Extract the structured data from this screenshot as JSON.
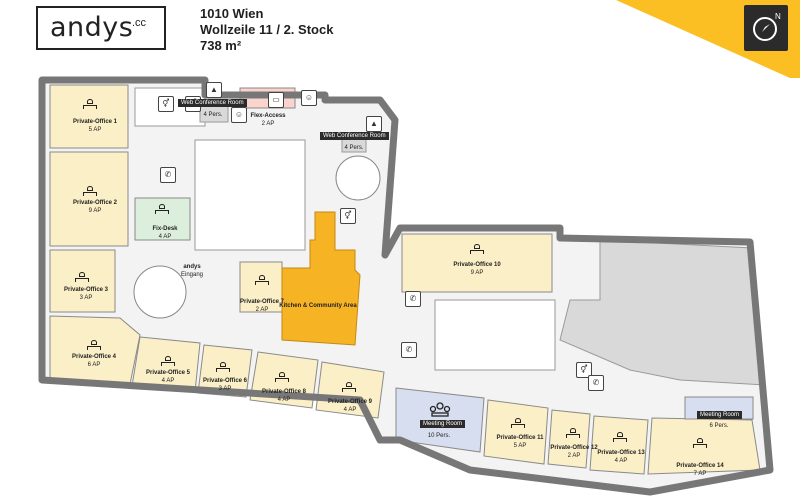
{
  "brand": {
    "logo": "andys",
    "logo_suffix": ".cc"
  },
  "address": {
    "line1": "1010 Wien",
    "line2": "Wollzeile 11 / 2. Stock",
    "line3": "738 m²"
  },
  "colors": {
    "accent_yellow": "#fbbf24",
    "office": "#fbefc7",
    "meeting": "#d7def0",
    "kitchen": "#f6b324",
    "fixdesk": "#dcefdc",
    "flex": "#f9d4cc"
  },
  "icons": {
    "compass": "compass-icon",
    "toilet": "toilet-icon",
    "phone": "phone-icon",
    "elevator": "elevator-icon"
  },
  "rooms": {
    "po1": {
      "name": "Private-Office 1",
      "cap": "5 AP"
    },
    "po2": {
      "name": "Private-Office 2",
      "cap": "9 AP"
    },
    "po3": {
      "name": "Private-Office 3",
      "cap": "3 AP"
    },
    "po4": {
      "name": "Private-Office 4",
      "cap": "6 AP"
    },
    "po5": {
      "name": "Private-Office 5",
      "cap": "4 AP"
    },
    "po6": {
      "name": "Private-Office 6",
      "cap": "3 AP"
    },
    "po7": {
      "name": "Private-Office 7",
      "cap": "2 AP"
    },
    "po8": {
      "name": "Private-Office 8",
      "cap": "4 AP"
    },
    "po9": {
      "name": "Private-Office 9",
      "cap": "4 AP"
    },
    "po10": {
      "name": "Private-Office 10",
      "cap": "9 AP"
    },
    "po11": {
      "name": "Private-Office 11",
      "cap": "5 AP"
    },
    "po12": {
      "name": "Private-Office 12",
      "cap": "2 AP"
    },
    "po13": {
      "name": "Private-Office 13",
      "cap": "4 AP"
    },
    "po14": {
      "name": "Private-Office 14",
      "cap": "7 AP"
    },
    "meet1": {
      "name": "Meeting Room",
      "cap": "10 Pers."
    },
    "meet2": {
      "name": "Meeting Room",
      "cap": "6 Pers."
    },
    "web1": {
      "name": "Web Conference Room",
      "cap": "4 Pers."
    },
    "web2": {
      "name": "Web Conference Room",
      "cap": "4 Pers."
    },
    "flex": {
      "name": "Flex-Access",
      "cap": "2 AP"
    },
    "fix": {
      "name": "Fix-Desk",
      "cap": "4 AP"
    },
    "kitchen": {
      "name": "Kitchen & Community Area"
    },
    "entrance": {
      "brand": "andys",
      "label": "Eingang"
    }
  }
}
